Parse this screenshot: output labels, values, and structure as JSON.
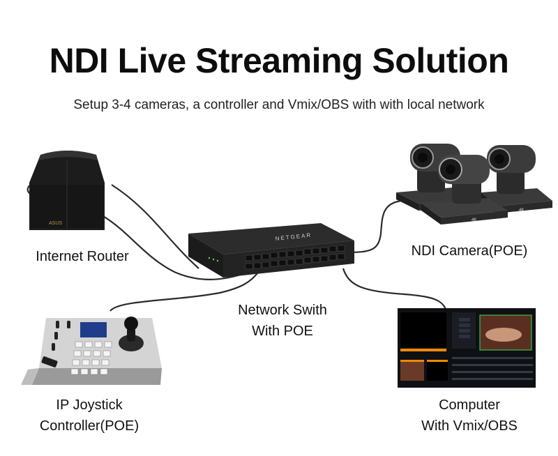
{
  "header": {
    "title": "NDI Live Streaming Solution",
    "subtitle": "Setup 3-4 cameras, a controller and Vmix/OBS with with local network"
  },
  "devices": {
    "router": {
      "label": "Internet Router",
      "brand": "ASUS"
    },
    "switch": {
      "label_line1": "Network Swith",
      "label_line2": "With POE",
      "brand": "NETGEAR"
    },
    "cameras": {
      "label": "NDI Camera(POE)",
      "badge": "4K"
    },
    "controller": {
      "label_line1": "IP Joystick",
      "label_line2": "Controller(POE)"
    },
    "computer": {
      "label_line1": "Computer",
      "label_line2": "With Vmix/OBS"
    }
  },
  "colors": {
    "cable": "#2a2a2a",
    "device_dark": "#1e1e1e",
    "controller_body": "#c9c9c9",
    "software_accent": "#f28a00"
  }
}
